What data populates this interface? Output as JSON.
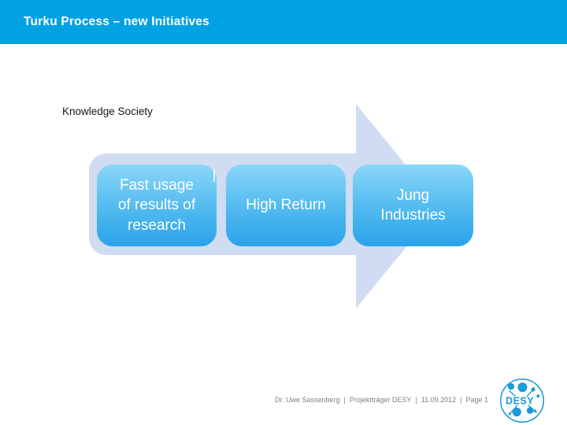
{
  "title_bar": {
    "title": "Turku Process – new Initiatives",
    "background_color": "#00a2e3",
    "title_color": "#ffffff"
  },
  "body": {
    "heading": "Knowledge Society"
  },
  "process_diagram": {
    "arrow_color": "#cfdcf1",
    "box_gradient_top": "#8bd7f8",
    "box_gradient_bottom": "#2aa3e8",
    "box_text_color": "#ffffff",
    "boxes": [
      {
        "lines": [
          "Fast usage",
          "of results of",
          "research"
        ]
      },
      {
        "lines": [
          "High Return"
        ]
      },
      {
        "lines": [
          "Jung",
          "Industries"
        ]
      }
    ]
  },
  "footer": {
    "author": "Dr. Uwe Sassenberg",
    "organization": "Projektträger DESY",
    "date": "11.09.2012",
    "page": "Page 1",
    "separator": "|",
    "text_color": "#7f7f7f"
  },
  "logo": {
    "text": "DESY",
    "color": "#1a9bd7"
  }
}
